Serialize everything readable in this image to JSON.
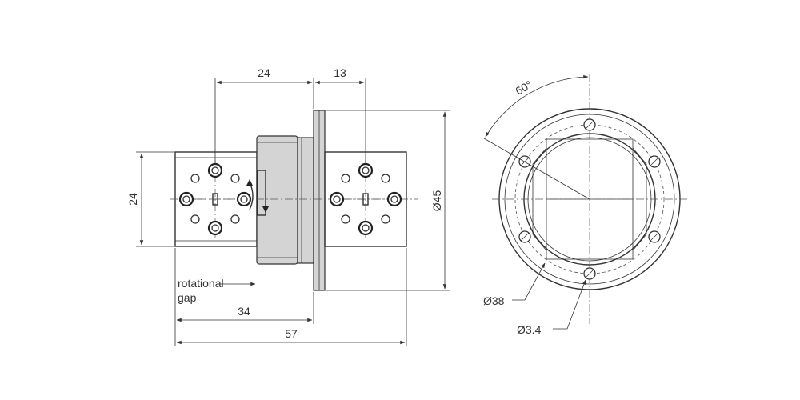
{
  "drawing": {
    "dimensions": {
      "flange_length": "24",
      "body_length": "13",
      "body_height": "24",
      "outer_diameter": "Ø45",
      "gap_length": "34",
      "total_length": "57",
      "angle": "60°",
      "bolt_circle": "Ø38",
      "hole_diameter": "Ø3.4"
    },
    "labels": {
      "gap_line1": "rotational",
      "gap_line2": "gap"
    }
  }
}
